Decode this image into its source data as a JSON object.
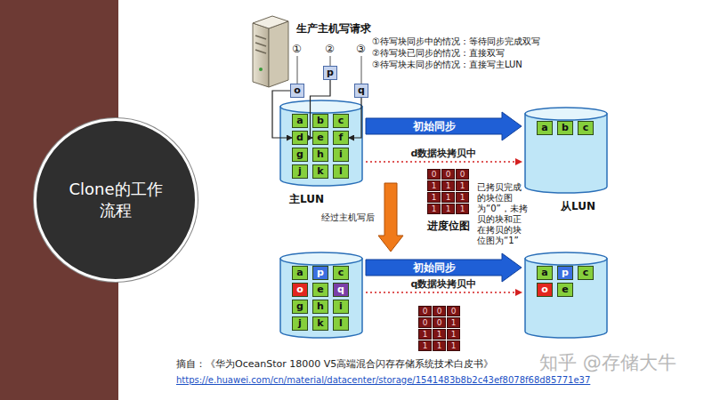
{
  "diagram": {
    "nodes": [
      {
        "text": [
          "Clone的工作流程"
        ]
      },
      {
        "text": [
          "o"
        ]
      },
      {
        "text": [
          "p"
        ]
      },
      {
        "text": [
          "q"
        ]
      },
      {
        "text": [
          "主LUN"
        ]
      },
      {
        "text": [
          "a"
        ],
        "in": 4
      },
      {
        "text": [
          "b"
        ],
        "in": 4
      },
      {
        "text": [
          "c"
        ],
        "in": 4
      },
      {
        "text": [
          "d"
        ],
        "in": 4
      },
      {
        "text": [
          "e"
        ],
        "in": 4
      },
      {
        "text": [
          "f"
        ],
        "in": 4
      },
      {
        "text": [
          "g"
        ],
        "in": 4
      },
      {
        "text": [
          "h"
        ],
        "in": 4
      },
      {
        "text": [
          "i"
        ],
        "in": 4
      },
      {
        "text": [
          "j"
        ],
        "in": 4
      },
      {
        "text": [
          "k"
        ],
        "in": 4
      },
      {
        "text": [
          "l"
        ],
        "in": 4
      },
      {
        "text": [
          "从LUN"
        ]
      },
      {
        "text": [
          "a"
        ],
        "in": 17
      },
      {
        "text": [
          "b"
        ],
        "in": 17
      },
      {
        "text": [
          "c"
        ],
        "in": 17
      },
      {
        "text": []
      },
      {
        "text": [
          "a"
        ],
        "in": 21
      },
      {
        "text": [
          "p"
        ],
        "in": 21
      },
      {
        "text": [
          "c"
        ],
        "in": 21
      },
      {
        "text": [
          "o"
        ],
        "in": 21
      },
      {
        "text": [
          "e"
        ],
        "in": 21
      },
      {
        "text": [
          "q"
        ],
        "in": 21
      },
      {
        "text": [
          "g"
        ],
        "in": 21
      },
      {
        "text": [
          "h"
        ],
        "in": 21
      },
      {
        "text": [
          "i"
        ],
        "in": 21
      },
      {
        "text": [
          "j"
        ],
        "in": 21
      },
      {
        "text": [
          "k"
        ],
        "in": 21
      },
      {
        "text": [
          "l"
        ],
        "in": 21
      },
      {
        "text": []
      },
      {
        "text": [
          "a"
        ],
        "in": 34
      },
      {
        "text": [
          "p"
        ],
        "in": 34
      },
      {
        "text": [
          "c"
        ],
        "in": 34
      },
      {
        "text": [
          "o"
        ],
        "in": 34
      },
      {
        "text": [
          "e"
        ],
        "in": 34
      }
    ],
    "edges": [
      {
        "from": 1,
        "to": 8,
        "arrow": "to"
      },
      {
        "from": 2,
        "to": 9,
        "arrow": "to"
      },
      {
        "from": 3,
        "to": 10,
        "arrow": "to"
      },
      {
        "from": 4,
        "to": 17,
        "label": "初始同步",
        "arrow": "to"
      },
      {
        "from": 4,
        "to": 17,
        "label": "d数据块拷贝中",
        "arrow": "to"
      },
      {
        "from": 4,
        "to": 21,
        "label": "经过主机写后",
        "arrow": "to"
      },
      {
        "from": 21,
        "to": 34,
        "label": "初始同步",
        "arrow": "to"
      },
      {
        "from": 21,
        "to": 34,
        "label": "q数据块拷贝中",
        "arrow": "to"
      }
    ],
    "labels": [
      "生产主机写请求",
      "①",
      "②",
      "③",
      "①待写块同步中的情况：等待同步完成双写",
      "②待写块已同步的情况：直接双写",
      "③待写块未同步的情况：直接写主LUN",
      "已拷贝完成的块位图为“0”，未拷贝的块和正在拷贝的块位图为“1”",
      "进度位图",
      "0",
      "0",
      "0",
      "1",
      "1",
      "1",
      "1",
      "1",
      "1",
      "1",
      "1",
      "1",
      "0",
      "0",
      "0",
      "0",
      "0",
      "1",
      "1",
      "1",
      "1",
      "1",
      "1",
      "1",
      "摘自：《华为OceanStor 18000 V5高端混合闪存存储系统技术白皮书》",
      "https://e.huawei.com/cn/material/datacenter/storage/1541483b8b2c43ef8078f68d85771e37",
      "知乎 @存储大牛"
    ]
  }
}
